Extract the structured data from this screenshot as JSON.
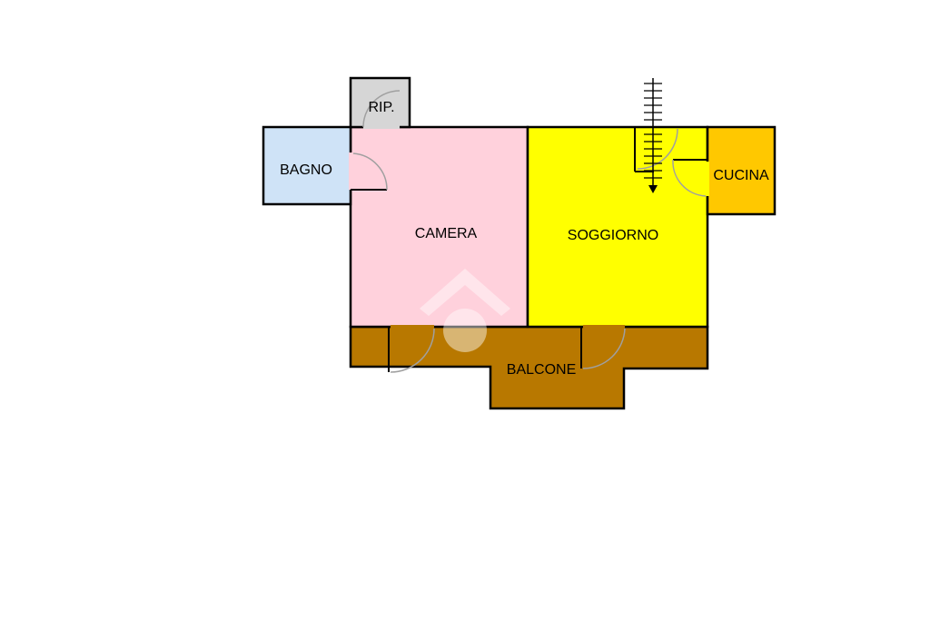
{
  "floorplan": {
    "rooms": [
      {
        "id": "rip",
        "label": "RIP.",
        "color": "#d6d6d6"
      },
      {
        "id": "bagno",
        "label": "BAGNO",
        "color": "#cfe3f7"
      },
      {
        "id": "camera",
        "label": "CAMERA",
        "color": "#ffd1dc"
      },
      {
        "id": "soggiorno",
        "label": "SOGGIORNO",
        "color": "#ffff00"
      },
      {
        "id": "cucina",
        "label": "CUCINA",
        "color": "#ffc800"
      },
      {
        "id": "balcone",
        "label": "BALCONE",
        "color": "#b87800"
      }
    ],
    "stair_direction": "down",
    "watermark": "house-logo-icon"
  },
  "colors": {
    "wall": "#000000",
    "door_arc": "#a0a0a0"
  }
}
